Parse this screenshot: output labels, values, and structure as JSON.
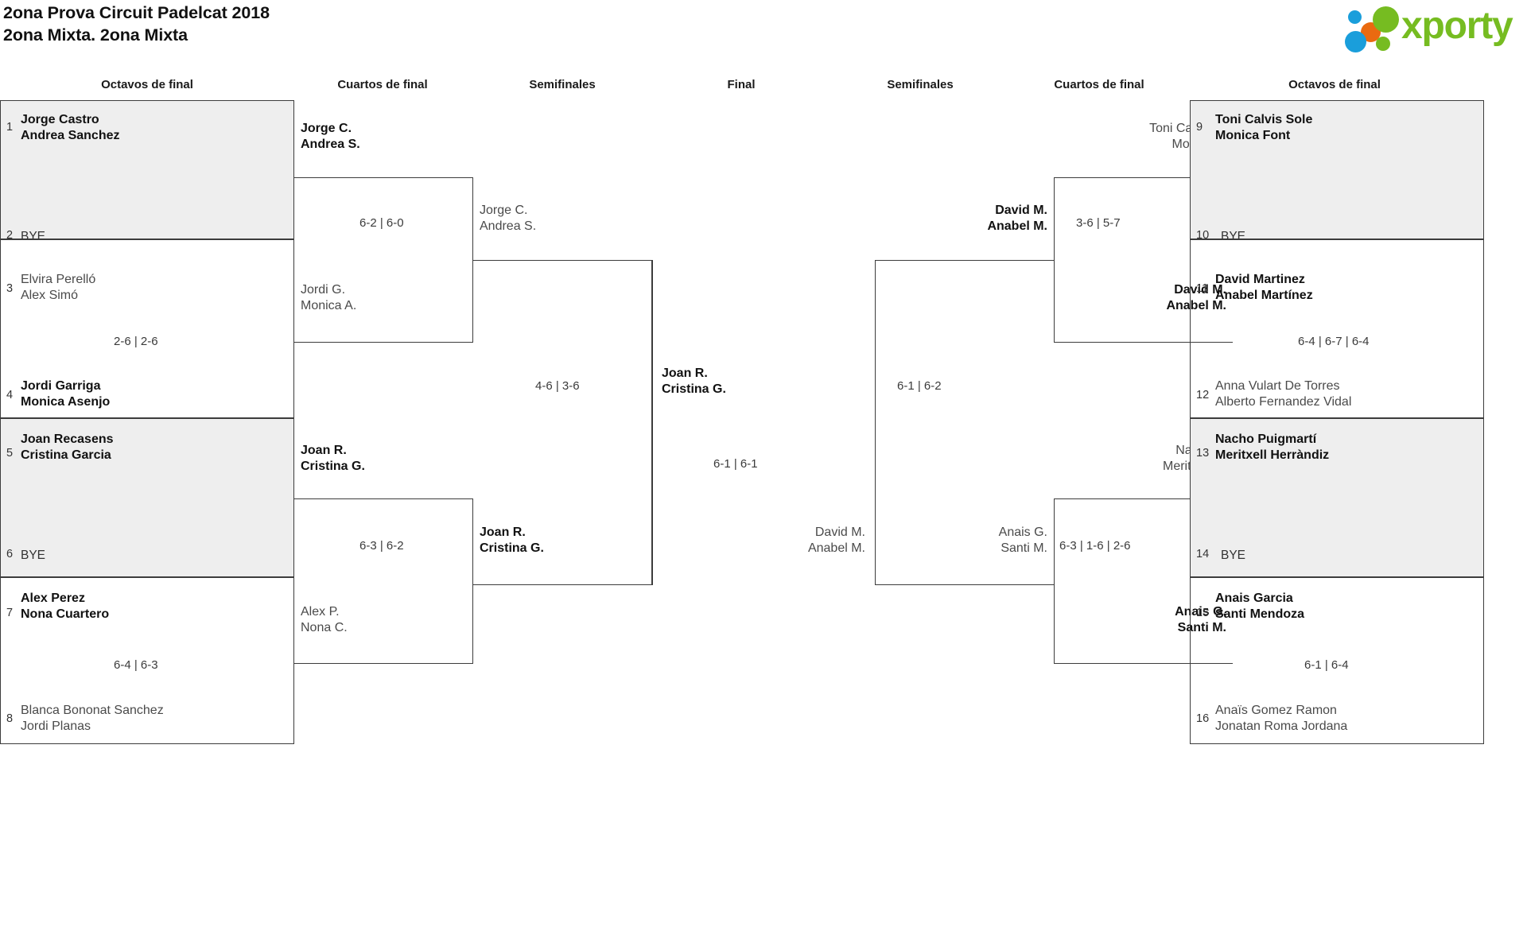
{
  "header": {
    "title": "2ona Prova Circuit Padelcat 2018",
    "subtitle": "2ona Mixta. 2ona Mixta",
    "logo_text": "xporty",
    "logo_colors": {
      "green": "#76bc21",
      "blue": "#1a9edb",
      "orange": "#ea6a10"
    }
  },
  "round_labels": {
    "left_r16": "Octavos de final",
    "left_qf": "Cuartos de final",
    "left_sf": "Semifinales",
    "final": "Final",
    "right_sf": "Semifinales",
    "right_qf": "Cuartos de final",
    "right_r16": "Octavos de final"
  },
  "bracket_data": {
    "type": "single-elimination",
    "size": 16,
    "champion": "Joan R. / Cristina G.",
    "left_round_of_16": [
      {
        "seed_top": "1",
        "top": "Jorge Castro\nAndrea Sanchez",
        "top_result": "win",
        "seed_bottom": "2",
        "bottom": "BYE",
        "bottom_result": "bye",
        "score": "",
        "shaded": true
      },
      {
        "seed_top": "3",
        "top": "Elvira Perelló\nAlex Simó",
        "top_result": "lose",
        "seed_bottom": "4",
        "bottom": "Jordi Garriga\nMonica Asenjo",
        "bottom_result": "win",
        "score": "2-6 | 2-6",
        "shaded": false
      },
      {
        "seed_top": "5",
        "top": "Joan Recasens\nCristina Garcia",
        "top_result": "win",
        "seed_bottom": "6",
        "bottom": "BYE",
        "bottom_result": "bye",
        "score": "",
        "shaded": true
      },
      {
        "seed_top": "7",
        "top": "Alex Perez\nNona Cuartero",
        "top_result": "win",
        "seed_bottom": "8",
        "bottom": "Blanca Bononat Sanchez\nJordi Planas",
        "bottom_result": "lose",
        "score": "6-4 | 6-3",
        "shaded": false
      }
    ],
    "left_quarterfinals": [
      {
        "top": "Jorge C.\nAndrea S.",
        "top_result": "win",
        "bottom": "Jordi G.\nMonica A.",
        "bottom_result": "lose",
        "score": "6-2 | 6-0"
      },
      {
        "top": "Joan R.\nCristina G.",
        "top_result": "win",
        "bottom": "Alex P.\nNona C.",
        "bottom_result": "lose",
        "score": "6-3 | 6-2"
      }
    ],
    "left_semifinal": {
      "top": "Jorge C.\nAndrea S.",
      "top_result": "lose",
      "bottom": "Joan R.\nCristina G.",
      "bottom_result": "win",
      "score": "4-6 | 3-6"
    },
    "final": {
      "left": "Joan R.\nCristina G.",
      "left_result": "win",
      "right": "David M.\nAnabel M.",
      "right_result": "lose",
      "score": "6-1 | 6-1"
    },
    "right_semifinal": {
      "top": "David M.\nAnabel M.",
      "top_result": "win",
      "bottom": "Anais G.\nSanti M.",
      "bottom_result": "lose",
      "score": "6-1 | 6-2"
    },
    "right_quarterfinals": [
      {
        "top": "Toni Calvis S.\nMonica F.",
        "top_result": "lose",
        "bottom": "David M.\nAnabel M.",
        "bottom_result": "win",
        "score": "3-6 | 5-7"
      },
      {
        "top": "Nacho P.\nMeritxell H.",
        "top_result": "lose",
        "bottom": "Anais G.\nSanti M.",
        "bottom_result": "win",
        "score": "6-3 | 1-6 | 2-6"
      }
    ],
    "right_round_of_16": [
      {
        "seed_top": "9",
        "top": "Toni Calvis Sole\nMonica Font",
        "top_result": "win",
        "seed_bottom": "10",
        "bottom": "BYE",
        "bottom_result": "bye",
        "score": "",
        "shaded": true
      },
      {
        "seed_top": "11",
        "top": "David Martinez\nAnabel Martínez",
        "top_result": "win",
        "seed_bottom": "12",
        "bottom": "Anna Vulart De Torres\nAlberto Fernandez Vidal",
        "bottom_result": "lose",
        "score": "6-4 | 6-7 | 6-4",
        "shaded": false
      },
      {
        "seed_top": "13",
        "top": "Nacho Puigmartí\nMeritxell Herràndiz",
        "top_result": "win",
        "seed_bottom": "14",
        "bottom": "BYE",
        "bottom_result": "bye",
        "score": "",
        "shaded": true
      },
      {
        "seed_top": "15",
        "top": "Anais Garcia\nSanti Mendoza",
        "top_result": "win",
        "seed_bottom": "16",
        "bottom": "Anaïs Gomez Ramon\nJonatan Roma Jordana",
        "bottom_result": "lose",
        "score": "6-1 | 6-4",
        "shaded": false
      }
    ]
  }
}
